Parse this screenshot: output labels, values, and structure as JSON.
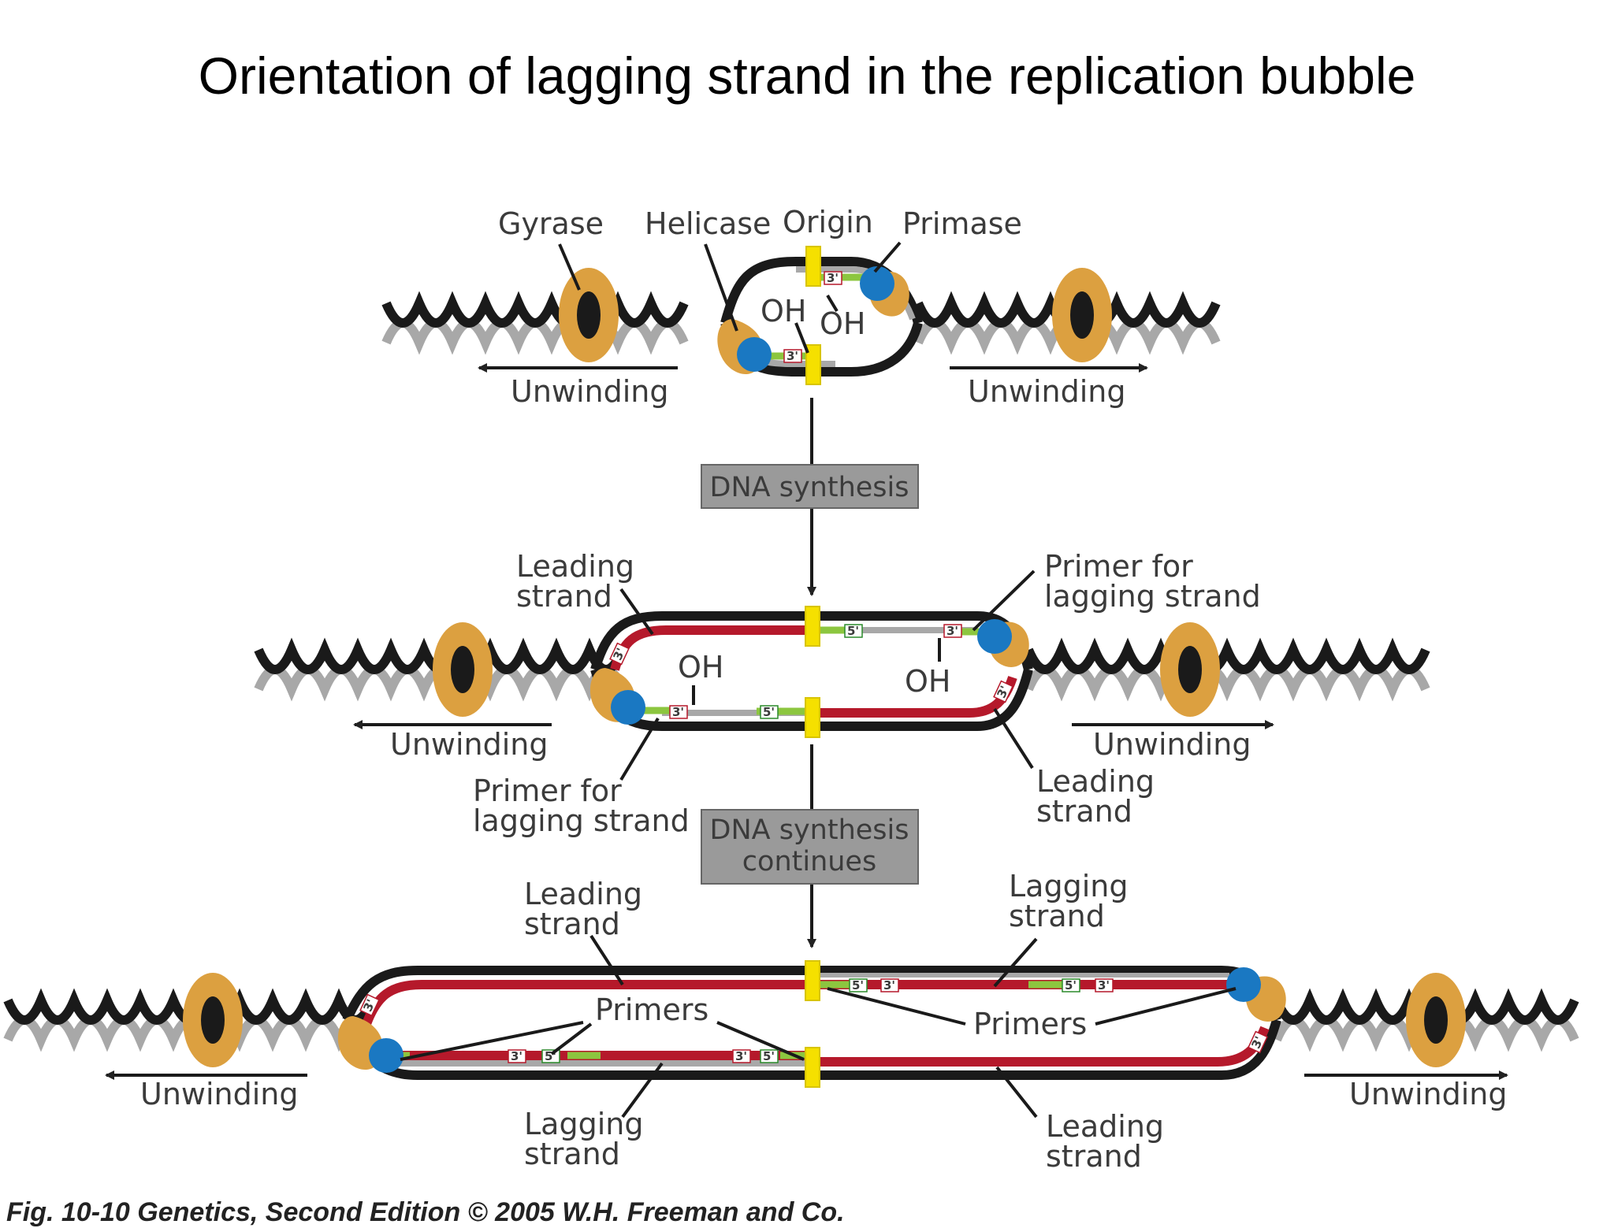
{
  "title": "Orientation of lagging strand in the replication bubble",
  "labels": {
    "gyrase": "Gyrase",
    "helicase": "Helicase",
    "origin": "Origin",
    "primase": "Primase",
    "oh": "OH",
    "unwinding": "Unwinding",
    "dna_synthesis": "DNA synthesis",
    "dna_synthesis_continues_1": "DNA synthesis",
    "dna_synthesis_continues_2": "continues",
    "leading_1": "Leading",
    "leading_2": "strand",
    "primer_for_1": "Primer for",
    "primer_for_2": "lagging strand",
    "lagging_1": "Lagging",
    "lagging_2": "strand",
    "primers": "Primers",
    "three_prime": "3'",
    "five_prime": "5'"
  },
  "footer": "Fig. 10-10  Genetics, Second Edition  © 2005 W.H. Freeman and Co.",
  "colors": {
    "gyrase": "#dca040",
    "helicase": "#dca040",
    "primase": "#1a78c2",
    "primer": "#8cc63f",
    "new_strand": "#b5192b",
    "parent_dark": "#1a1a1a",
    "parent_light": "#a8a8a8",
    "origin": "#f5e000",
    "box": "#9a9a9a"
  }
}
